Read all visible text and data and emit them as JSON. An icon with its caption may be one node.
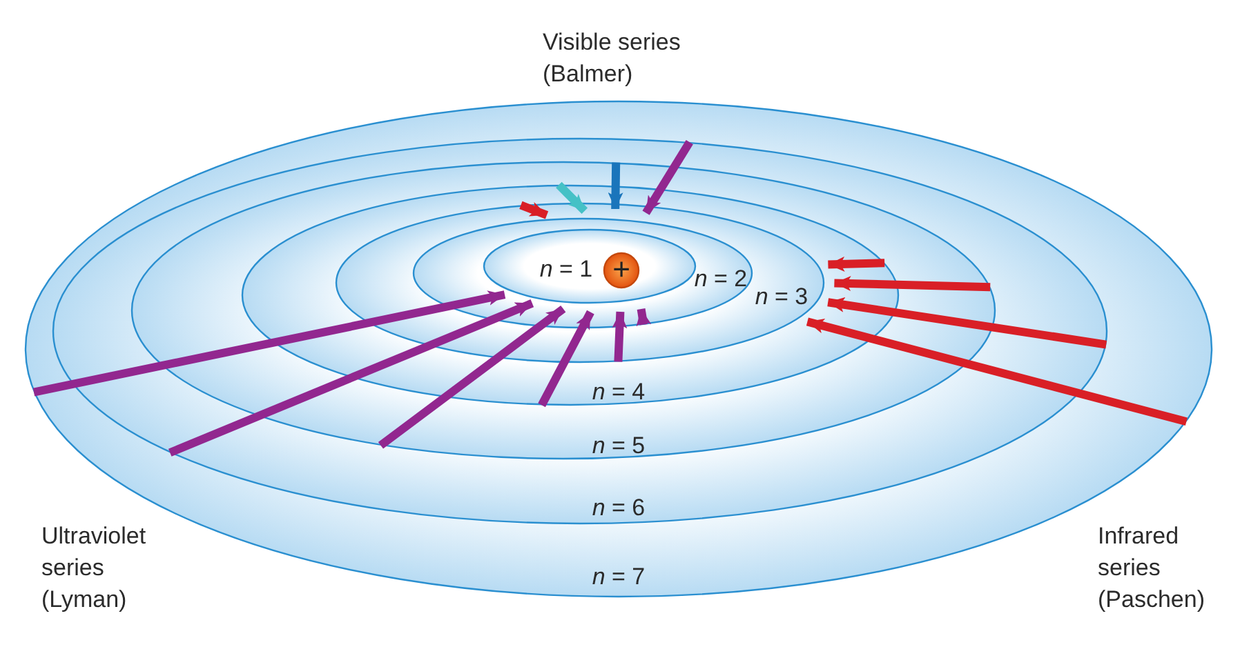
{
  "diagram": {
    "nodes": [
      {
        "text": [
          "*n* = 7"
        ]
      },
      {
        "text": [
          "*n* = 6"
        ],
        "in": 0
      },
      {
        "text": [
          "*n* = 5"
        ],
        "in": 1
      },
      {
        "text": [
          "*n* = 4"
        ],
        "in": 2
      },
      {
        "text": [
          "*n* = 3"
        ],
        "in": 3
      },
      {
        "text": [
          "*n* = 2"
        ],
        "in": 4
      },
      {
        "text": [
          "*n* = 1"
        ],
        "in": 5
      },
      {
        "text": [
          "+"
        ],
        "in": 6
      }
    ],
    "edges": [
      {
        "from": 0,
        "to": 6,
        "arrow": "to"
      },
      {
        "from": 1,
        "to": 6,
        "arrow": "to"
      },
      {
        "from": 2,
        "to": 6,
        "arrow": "to"
      },
      {
        "from": 3,
        "to": 6,
        "arrow": "to"
      },
      {
        "from": 4,
        "to": 6,
        "arrow": "to"
      },
      {
        "from": 5,
        "to": 6,
        "arrow": "to"
      },
      {
        "from": 4,
        "to": 5,
        "arrow": "to",
        "color": "#d91f26"
      },
      {
        "from": 3,
        "to": 5,
        "arrow": "to",
        "color": "#45c1c6"
      },
      {
        "from": 2,
        "to": 5,
        "arrow": "to",
        "color": "#1a75bb"
      },
      {
        "from": 1,
        "to": 5,
        "arrow": "to"
      },
      {
        "from": 3,
        "to": 4,
        "arrow": "to",
        "color": "#d91f26"
      },
      {
        "from": 2,
        "to": 4,
        "arrow": "to",
        "color": "#d91f26"
      },
      {
        "from": 1,
        "to": 4,
        "arrow": "to",
        "color": "#d91f26"
      },
      {
        "from": 0,
        "to": 4,
        "arrow": "to",
        "color": "#d91f26"
      }
    ],
    "labels": [
      "Visible series (Balmer)",
      "Ultraviolet series (Lyman)",
      "Infrared series (Paschen)"
    ]
  }
}
